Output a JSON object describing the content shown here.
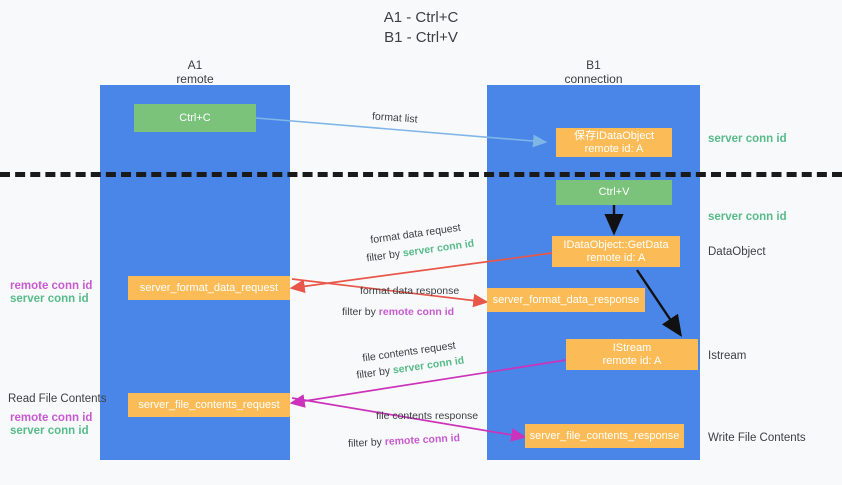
{
  "title": {
    "line1": "A1 - Ctrl+C",
    "line2": "B1 - Ctrl+V"
  },
  "columns": [
    {
      "name": "A1",
      "sub": "remote"
    },
    {
      "name": "B1",
      "sub": "connection"
    }
  ],
  "nodes": {
    "ctrl_c": {
      "label": "Ctrl+C"
    },
    "ctrl_v": {
      "label": "Ctrl+V"
    },
    "idataobject": {
      "line1": "保存IDataObject",
      "line2": "remote id: A"
    },
    "getdata": {
      "line1": "IDataObject::GetData",
      "line2": "remote id: A"
    },
    "istream": {
      "line1": "IStream",
      "line2": "remote id: A"
    },
    "server_format_data_request": {
      "label": "server_format_data_request"
    },
    "server_format_data_response": {
      "label": "server_format_data_response"
    },
    "server_file_contents_request": {
      "label": "server_file_contents_request"
    },
    "server_file_contents_response": {
      "label": "server_file_contents_response"
    }
  },
  "right_labels": {
    "server_conn_id_top": "server conn id",
    "server_conn_id_mid": "server conn id",
    "dataobject": "DataObject",
    "istream": "Istream",
    "write_file_contents": "Write File Contents"
  },
  "left_labels": {
    "remote_conn_id_1": "remote conn id",
    "server_conn_id_1": "server conn id",
    "read_file_contents": "Read File Contents",
    "remote_conn_id_2": "remote conn id",
    "server_conn_id_2": "server conn id"
  },
  "edges": {
    "format_list": "format list",
    "format_data_request": "format data request",
    "format_data_request_filter_prefix": "filter by ",
    "format_data_request_filter_value": "server conn id",
    "format_data_response": "format data response",
    "format_data_response_filter_prefix": "filter by ",
    "format_data_response_filter_value": "remote conn id",
    "file_contents_request": "file contents request",
    "file_contents_request_filter_prefix": "filter by ",
    "file_contents_request_filter_value": "server conn id",
    "file_contents_response": "file contents response",
    "file_contents_response_filter_prefix": "filter by ",
    "file_contents_response_filter_value": "remote conn id"
  },
  "colors": {
    "lane": "#4a86e8",
    "green_node": "#7bc27b",
    "orange_node": "#fbbc58",
    "green_text": "#57bb8a",
    "magenta_text": "#c75ad0",
    "arrow_light_blue": "#7eb6e8",
    "arrow_red": "#e8574a",
    "arrow_magenta": "#cc33bb",
    "arrow_black": "#111111",
    "background": "#f8f9fa"
  }
}
